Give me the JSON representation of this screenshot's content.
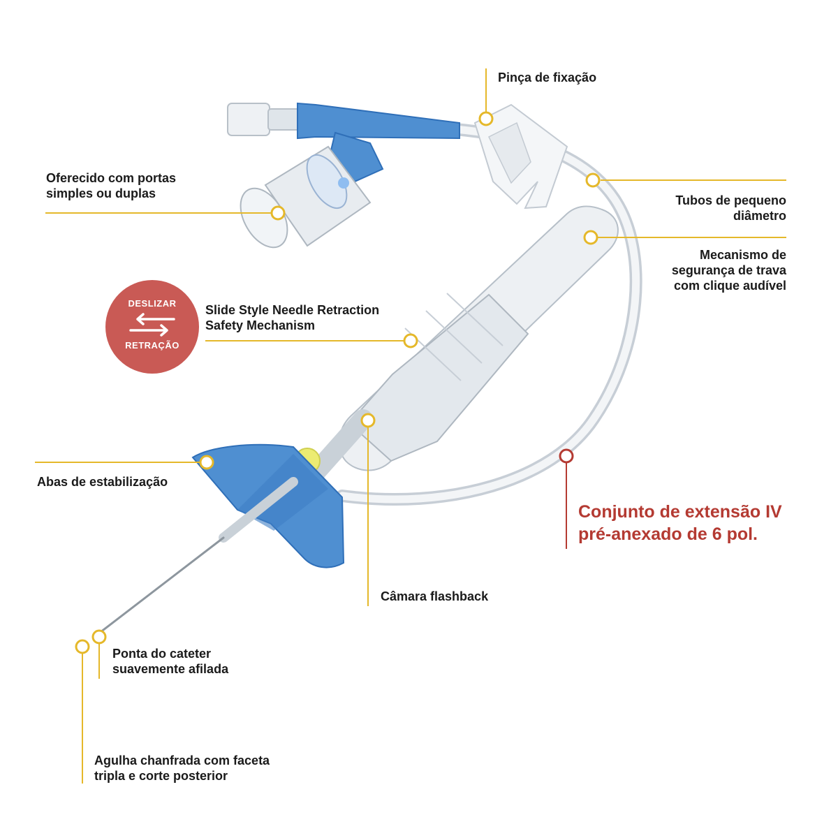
{
  "colors": {
    "leader": "#e5b82a",
    "accent": "#b43a32",
    "badge": "#c95a55",
    "device_blue": "#4f8fd1",
    "device_blue_dark": "#2f6fb8",
    "clear_body": "#e9edf1",
    "clear_edge": "#b9c2cb"
  },
  "badge": {
    "top_text": "DESLIZAR",
    "bottom_text": "RETRAÇÃO",
    "icon": "swap-arrows-icon"
  },
  "labels": {
    "clamp": "Pinça de fixação",
    "ports": [
      "Oferecido com portas",
      "simples ou duplas"
    ],
    "tubing": [
      "Tubos de pequeno",
      "diâmetro"
    ],
    "lock": [
      "Mecanismo de",
      "segurança de trava",
      "com clique audível"
    ],
    "slide": [
      "Slide Style Needle Retraction",
      "Safety Mechanism"
    ],
    "wings": "Abas de estabilização",
    "flashback": "Câmara flashback",
    "tip": [
      "Ponta do cateter",
      "suavemente afilada"
    ],
    "needle": [
      "Agulha chanfrada com faceta",
      "tripla e corte posterior"
    ],
    "extension": [
      "Conjunto de extensão IV",
      "pré-anexado de 6 pol."
    ]
  }
}
